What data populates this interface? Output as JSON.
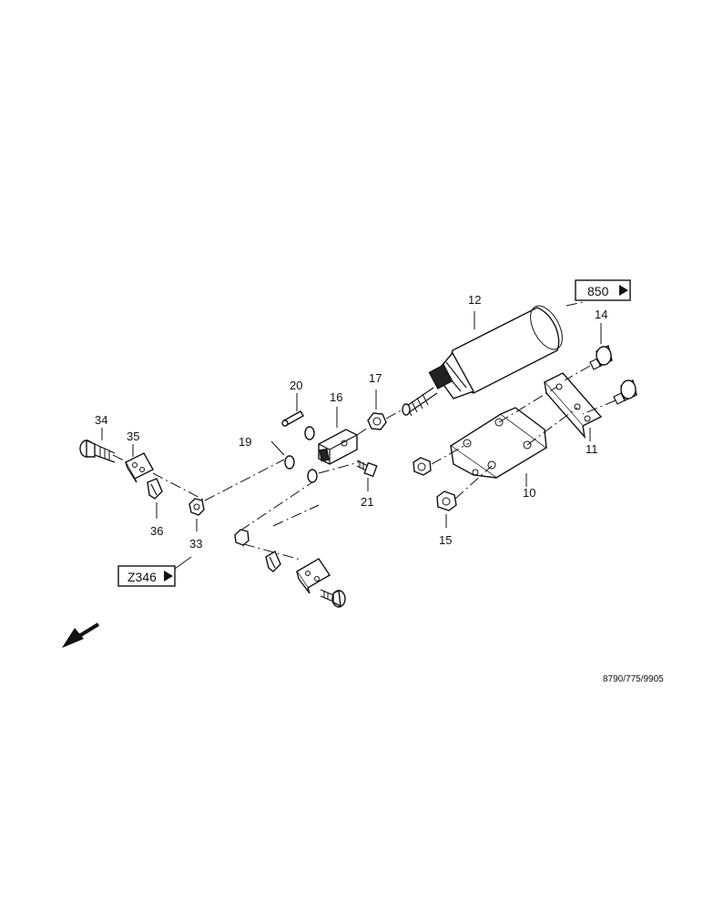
{
  "references": {
    "ref_850": "850",
    "ref_z346": "Z346"
  },
  "labels": {
    "p10": "10",
    "p11": "11",
    "p12": "12",
    "p14": "14",
    "p15": "15",
    "p16": "16",
    "p17": "17",
    "p19": "19",
    "p20": "20",
    "p21": "21",
    "p33": "33",
    "p34": "34",
    "p35": "35",
    "p36": "36"
  },
  "drawing_number": "8790/775/9905",
  "icons": {
    "direction_arrow": "front-direction-arrow-icon",
    "ref_arrow": "triangle-right-icon"
  }
}
